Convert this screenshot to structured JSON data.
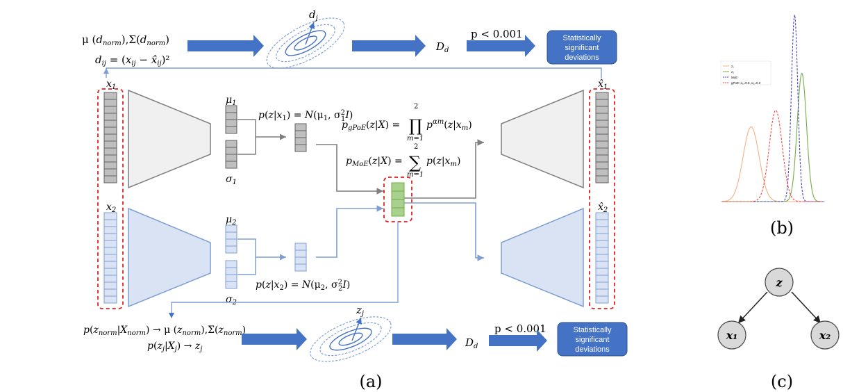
{
  "panel_a": {
    "label": "(a)",
    "top_flow": {
      "stats_line": "μ (d_norm), Σ(d_norm)",
      "dij_line": "d_ij = (x_ij − x̂_ij)²",
      "ellipse_label": "d_j",
      "dd_label": "D_d",
      "pvalue": "p < 0.001",
      "box_lines": [
        "Statistically",
        "significant",
        "deviations"
      ]
    },
    "bottom_flow": {
      "line1": "p(z_norm | X_norm) → μ (z_norm), Σ(z_norm)",
      "line2": "p(z_j | X_j) → z_j",
      "ellipse_label": "z_j",
      "dd_label": "D_d",
      "pvalue": "p < 0.001",
      "box_lines": [
        "Statistically",
        "significant",
        "deviations"
      ]
    },
    "inputs": {
      "x1": "x₁",
      "x2": "x₂"
    },
    "outputs": {
      "x1_hat": "x̂₁",
      "x2_hat": "x̂₂"
    },
    "latents": {
      "mu1": "μ₁",
      "sigma1": "σ₁",
      "mu2": "μ₂",
      "sigma2": "σ₂"
    },
    "equations": {
      "posterior1": "p(z|x₁) = N(μ₁, σ₁²I)",
      "posterior2": "p(z|x₂) = N(μ₂, σ₂²I)",
      "gpoe_lhs": "p_gPoE(z|X) =",
      "gpoe_rhs": "p^αₘ(z|xₘ)",
      "moe_lhs": "p_MoE(z|X) =",
      "moe_rhs": "p(z|xₘ)",
      "sum_upper": "2",
      "sum_lower": "m=1"
    },
    "colors": {
      "gray": "#7f7f7f",
      "gray_fill": "#f0f0f0",
      "blue": "#7f9fd4",
      "blue_fill": "#dae3f3",
      "arrow_blue": "#4472c4",
      "green": "#a9d18e",
      "red_dash": "#e02020"
    }
  },
  "panel_b": {
    "label": "(b)",
    "legend": [
      "z₁",
      "z₂",
      "MoE",
      "gPoE: α₁=0.8, α₂=0.2"
    ],
    "chart_data": {
      "type": "line",
      "series": [
        {
          "name": "z₁",
          "color": "#f4b183",
          "mu": 2.0,
          "sigma": 0.55
        },
        {
          "name": "z₂",
          "color": "#70ad47",
          "mu": 5.5,
          "sigma": 0.32
        },
        {
          "name": "MoE",
          "color": "#4040c0",
          "mu": 5.0,
          "sigma": 0.22
        },
        {
          "name": "gPoE: α₁=0.8, α₂=0.2",
          "color": "#ff4040",
          "mu": 3.7,
          "sigma": 0.45
        }
      ],
      "xlim": [
        0,
        7
      ],
      "ylim": [
        0,
        1.35
      ]
    }
  },
  "panel_c": {
    "label": "(c)",
    "nodes": {
      "z": "z",
      "x1": "x₁",
      "x2": "x₂"
    }
  }
}
